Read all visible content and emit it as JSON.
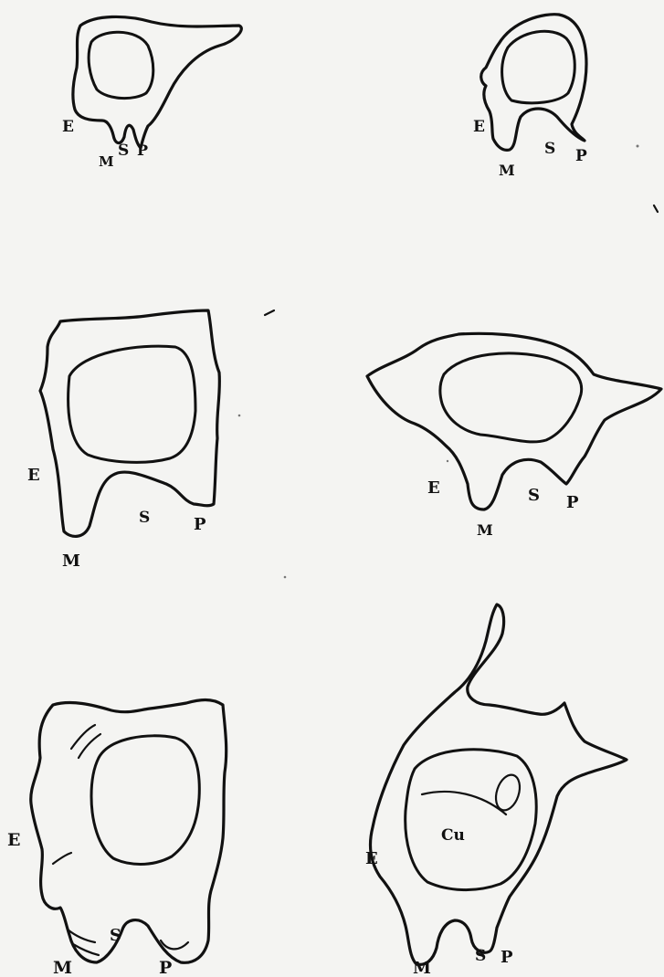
{
  "figures": [
    {
      "id": "fig1",
      "labels": {
        "E": "E",
        "M": "M",
        "S": "S",
        "P": "P"
      }
    },
    {
      "id": "fig2",
      "labels": {
        "E": "E",
        "M": "M",
        "S": "S",
        "P": "P"
      }
    },
    {
      "id": "fig3",
      "labels": {
        "E": "E",
        "M": "M",
        "S": "S",
        "P": "P"
      }
    },
    {
      "id": "fig4",
      "labels": {
        "E": "E",
        "M": "M",
        "S": "S",
        "P": "P"
      }
    },
    {
      "id": "fig5",
      "labels": {
        "E": "E",
        "M": "M",
        "S": "S",
        "P": "P"
      }
    },
    {
      "id": "fig6",
      "labels": {
        "E": "E",
        "M": "M",
        "S": "S",
        "P": "P",
        "Cu": "Cu"
      }
    }
  ],
  "colors": {
    "ink": "#111111",
    "paper": "#f4f4f2"
  }
}
